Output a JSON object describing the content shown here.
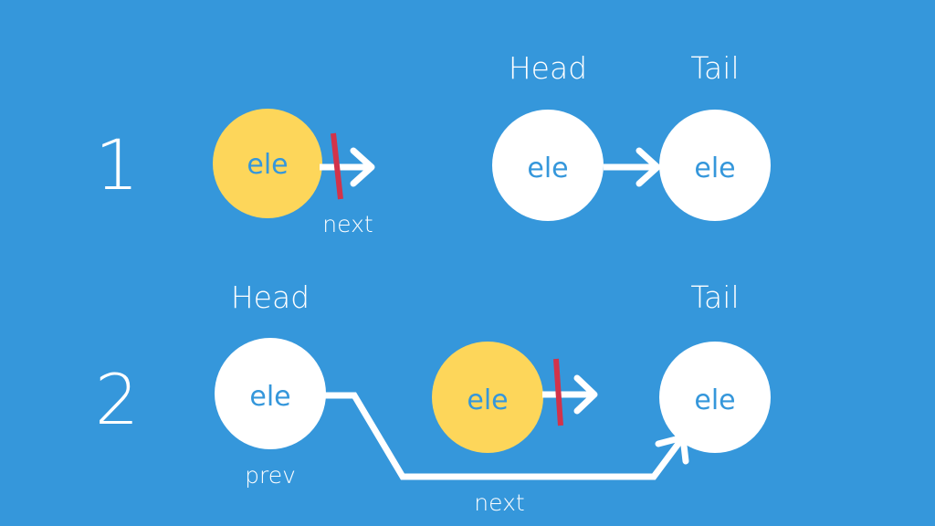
{
  "colors": {
    "background": "#3597db",
    "node_white": "#ffffff",
    "node_highlight": "#fdd65a",
    "cut_mark": "#d2334a",
    "arrow": "#ffffff"
  },
  "step1": {
    "number": "1",
    "new_node": {
      "text": "ele",
      "pointer_label": "next"
    },
    "head_label": "Head",
    "tail_label": "Tail",
    "head_node": {
      "text": "ele"
    },
    "tail_node": {
      "text": "ele"
    }
  },
  "step2": {
    "number": "2",
    "head_label": "Head",
    "tail_label": "Tail",
    "head_node": {
      "text": "ele",
      "pointer_label": "prev"
    },
    "middle_node": {
      "text": "ele"
    },
    "tail_node": {
      "text": "ele"
    },
    "link_label": "next"
  }
}
